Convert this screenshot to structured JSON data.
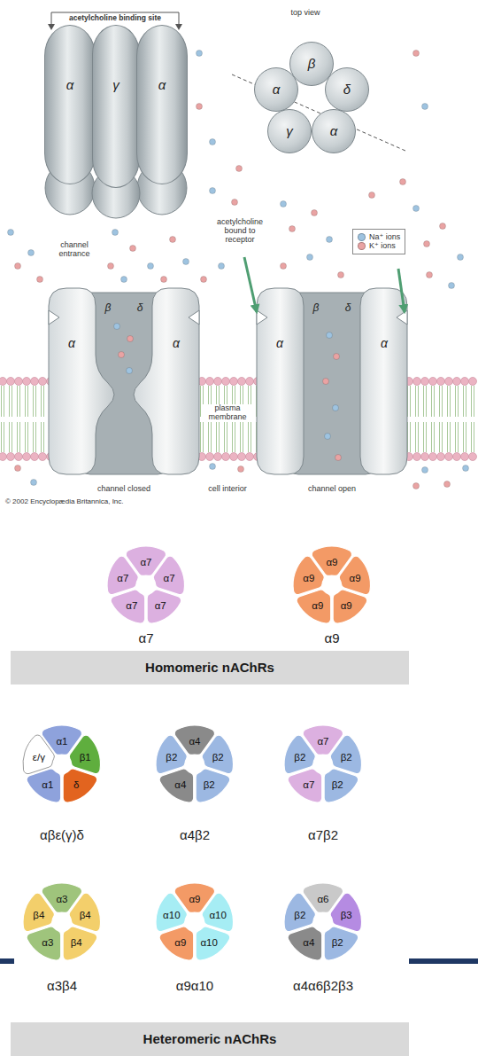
{
  "diagram": {
    "nodes": [
      {
        "text": [
          "α"
        ]
      },
      {
        "text": [
          "γ"
        ]
      },
      {
        "text": [
          "α"
        ]
      },
      {
        "text": [
          "β"
        ]
      },
      {
        "text": [
          "α"
        ]
      },
      {
        "text": [
          "δ"
        ]
      },
      {
        "text": [
          "α"
        ]
      },
      {
        "text": [
          "γ"
        ]
      },
      {
        "text": [
          "α7"
        ]
      },
      {
        "text": [
          "α7"
        ],
        "in": 8
      },
      {
        "text": [
          "α7"
        ],
        "in": 8
      },
      {
        "text": [
          "α7"
        ],
        "in": 8
      },
      {
        "text": [
          "α7"
        ],
        "in": 8
      },
      {
        "text": [
          "α7"
        ],
        "in": 8
      },
      {
        "text": [
          "α9"
        ]
      },
      {
        "text": [
          "α9"
        ],
        "in": 14
      },
      {
        "text": [
          "α9"
        ],
        "in": 14
      },
      {
        "text": [
          "α9"
        ],
        "in": 14
      },
      {
        "text": [
          "α9"
        ],
        "in": 14
      },
      {
        "text": [
          "α9"
        ],
        "in": 14
      },
      {
        "text": [
          "Homomeric nAChRs"
        ]
      },
      {
        "text": [
          "αβε(γ)δ"
        ]
      },
      {
        "text": [
          "α1"
        ],
        "in": 21
      },
      {
        "text": [
          "β1"
        ],
        "in": 21
      },
      {
        "text": [
          "δ"
        ],
        "in": 21
      },
      {
        "text": [
          "α1"
        ],
        "in": 21
      },
      {
        "text": [
          "ε/γ"
        ],
        "in": 21
      },
      {
        "text": [
          "α4β2"
        ]
      },
      {
        "text": [
          "α4"
        ],
        "in": 27
      },
      {
        "text": [
          "β2"
        ],
        "in": 27
      },
      {
        "text": [
          "β2"
        ],
        "in": 27
      },
      {
        "text": [
          "α4"
        ],
        "in": 27
      },
      {
        "text": [
          "β2"
        ],
        "in": 27
      },
      {
        "text": [
          "α7β2"
        ]
      },
      {
        "text": [
          "α7"
        ],
        "in": 33
      },
      {
        "text": [
          "β2"
        ],
        "in": 33
      },
      {
        "text": [
          "β2"
        ],
        "in": 33
      },
      {
        "text": [
          "α7"
        ],
        "in": 33
      },
      {
        "text": [
          "β2"
        ],
        "in": 33
      },
      {
        "text": [
          "α3β4"
        ]
      },
      {
        "text": [
          "α3"
        ],
        "in": 39
      },
      {
        "text": [
          "β4"
        ],
        "in": 39
      },
      {
        "text": [
          "β4"
        ],
        "in": 39
      },
      {
        "text": [
          "α3"
        ],
        "in": 39
      },
      {
        "text": [
          "β4"
        ],
        "in": 39
      },
      {
        "text": [
          "α9α10"
        ]
      },
      {
        "text": [
          "α9"
        ],
        "in": 45
      },
      {
        "text": [
          "α10"
        ],
        "in": 45
      },
      {
        "text": [
          "α10"
        ],
        "in": 45
      },
      {
        "text": [
          "α9"
        ],
        "in": 45
      },
      {
        "text": [
          "α10"
        ],
        "in": 45
      },
      {
        "text": [
          "α4α6β2β3"
        ]
      },
      {
        "text": [
          "α6"
        ],
        "in": 51
      },
      {
        "text": [
          "β3"
        ],
        "in": 51
      },
      {
        "text": [
          "β2"
        ],
        "in": 51
      },
      {
        "text": [
          "α4"
        ],
        "in": 51
      },
      {
        "text": [
          "β2"
        ],
        "in": 51
      },
      {
        "text": [
          "Heteromeric nAChRs"
        ]
      }
    ],
    "labels": [
      "acetylcholine binding site",
      "top view",
      "acetylcholine bound to receptor",
      "channel entrance",
      "β",
      "δ",
      "β",
      "δ",
      "α",
      "plasma membrane",
      "α",
      "α",
      "α",
      "channel closed",
      "cell interior",
      "channel open",
      "© 2002 Encyclopædia Britannica, Inc."
    ],
    "legend": [
      {
        "text": "Na⁺ ions",
        "color": "#9ec3e0"
      },
      {
        "text": "K⁺ ions",
        "color": "#e9a3a3"
      }
    ]
  }
}
